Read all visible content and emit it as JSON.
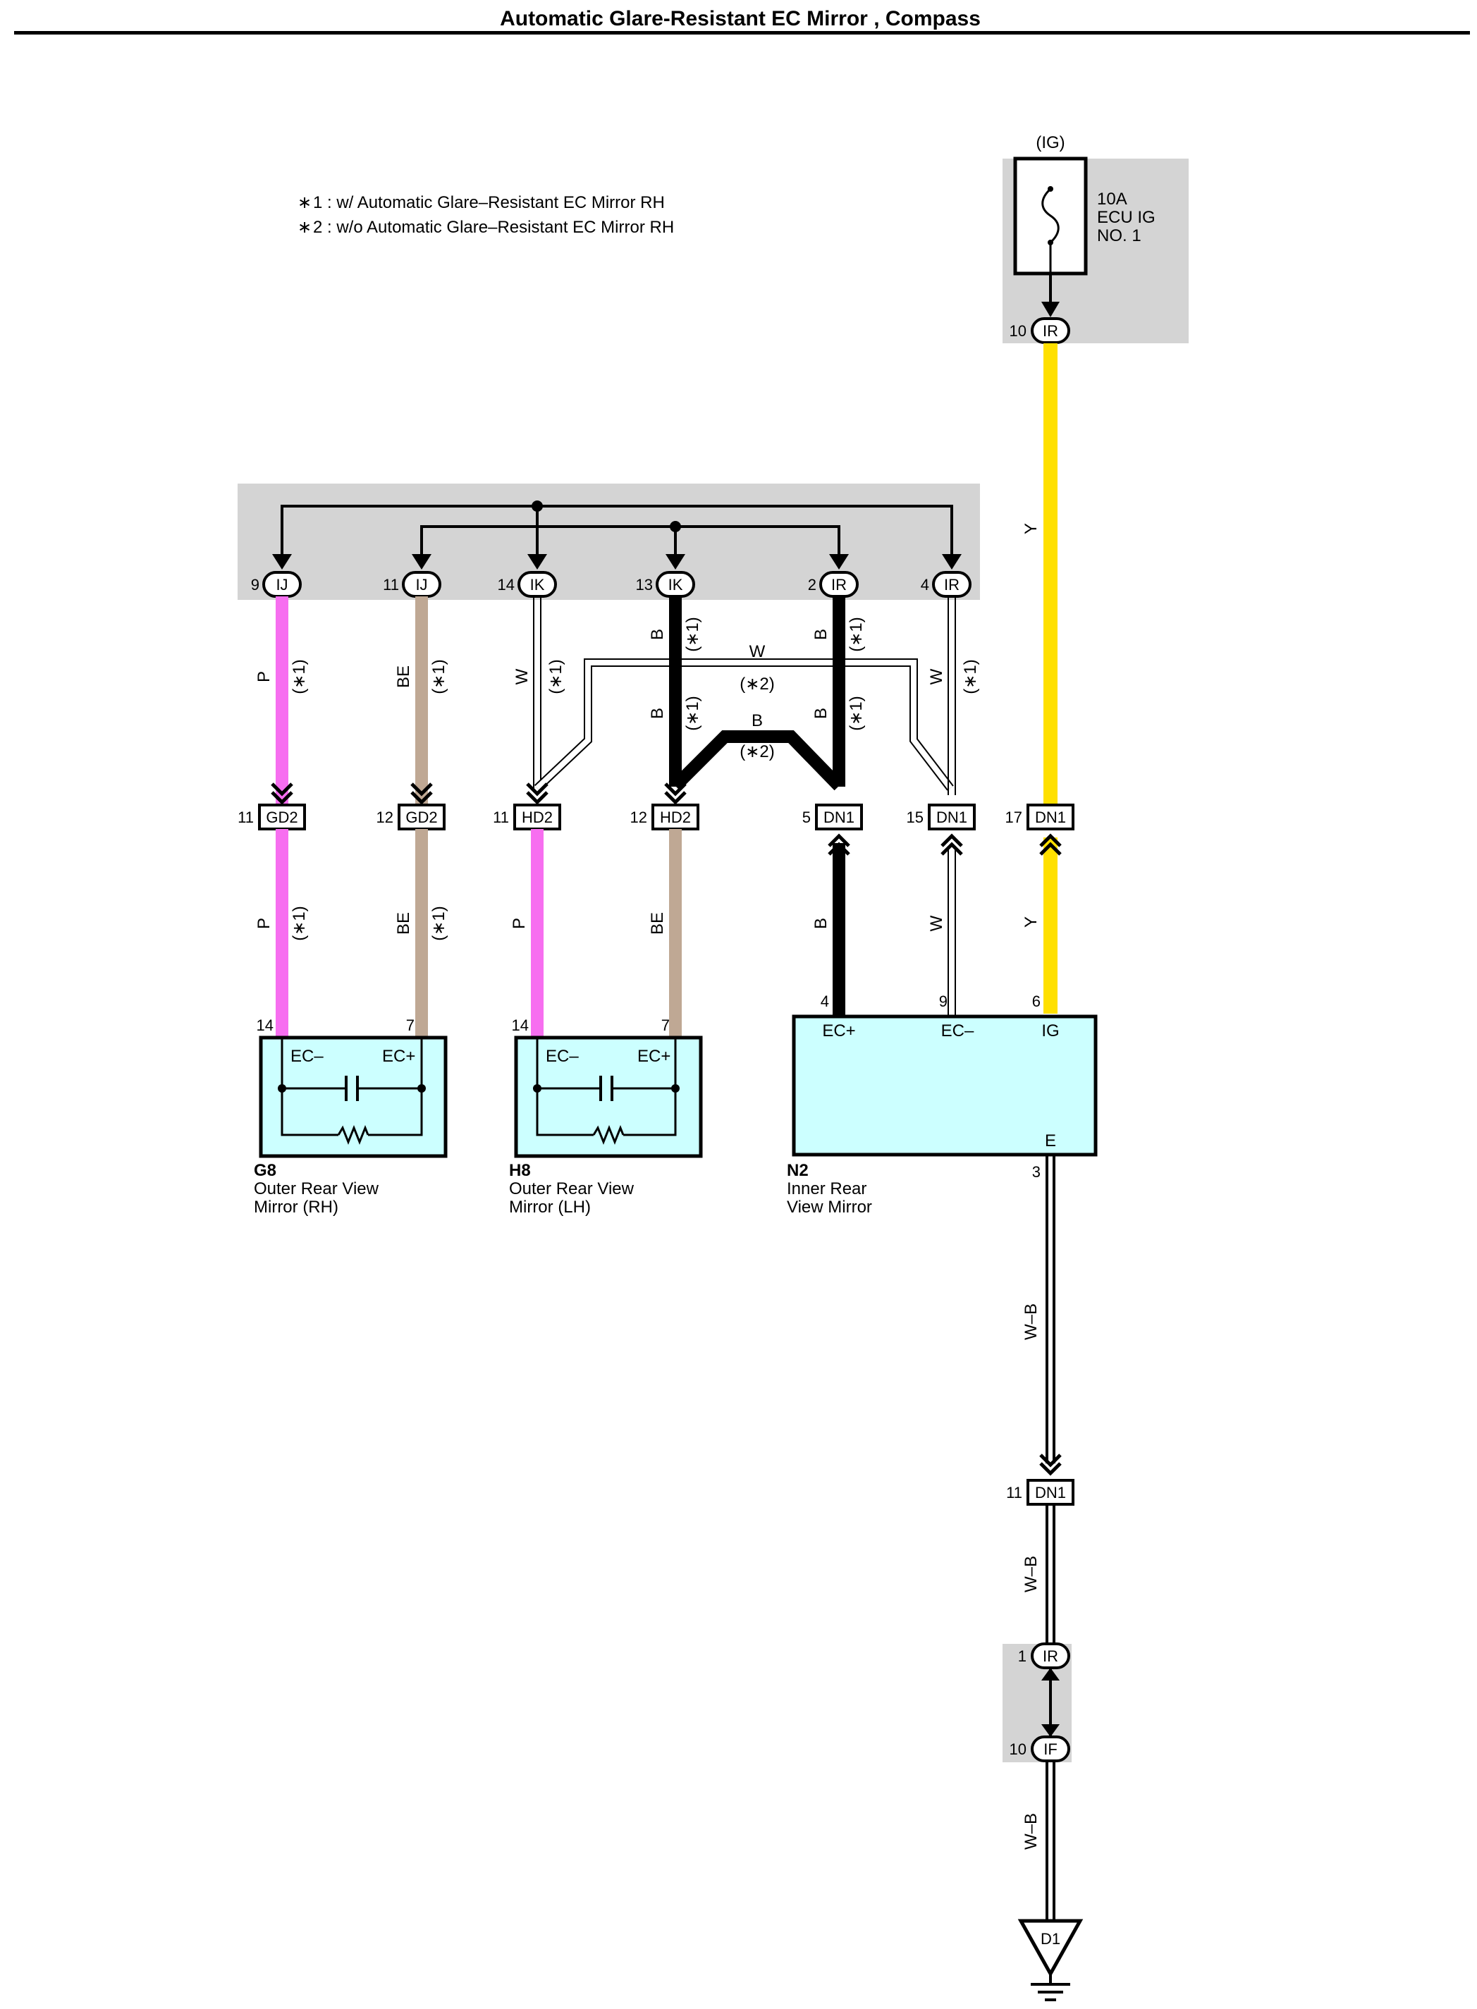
{
  "title": "Automatic Glare-Resistant EC Mirror , Compass",
  "notes": [
    "1 : w/ Automatic Glare–Resistant EC Mirror RH",
    "2 : w/o Automatic Glare–Resistant EC Mirror RH"
  ],
  "note_mark": "∗",
  "fuse": {
    "circuit": "(IG)",
    "rating": "10A",
    "name_line1": "ECU IG",
    "name_line2": "NO. 1"
  },
  "colors": {
    "P": "#f76ef0",
    "BE": "#bfa894",
    "Y": "#ffe000",
    "B": "#000000",
    "W": "#ffffff",
    "module": "#ccffff",
    "junction": "#d4d4d4"
  },
  "labels": {
    "star1": "(∗1)",
    "star2": "(∗2)",
    "P": "P",
    "BE": "BE",
    "W": "W",
    "B": "B",
    "Y": "Y",
    "WB": "W–B"
  },
  "junction_top": [
    {
      "pin": "9",
      "conn": "IJ"
    },
    {
      "pin": "11",
      "conn": "IJ"
    },
    {
      "pin": "14",
      "conn": "IK"
    },
    {
      "pin": "13",
      "conn": "IK"
    },
    {
      "pin": "2",
      "conn": "IR"
    },
    {
      "pin": "4",
      "conn": "IR"
    }
  ],
  "fuse_conn": {
    "pin": "10",
    "conn": "IR"
  },
  "mid_connectors": [
    {
      "pin": "11",
      "conn": "GD2"
    },
    {
      "pin": "12",
      "conn": "GD2"
    },
    {
      "pin": "11",
      "conn": "HD2"
    },
    {
      "pin": "12",
      "conn": "HD2"
    },
    {
      "pin": "5",
      "conn": "DN1"
    },
    {
      "pin": "15",
      "conn": "DN1"
    },
    {
      "pin": "17",
      "conn": "DN1"
    }
  ],
  "components": {
    "g8": {
      "code": "G8",
      "line1": "Outer Rear View",
      "line2": "Mirror (RH)",
      "term_left": "EC–",
      "term_right": "EC+",
      "pin_left": "14",
      "pin_right": "7"
    },
    "h8": {
      "code": "H8",
      "line1": "Outer Rear View",
      "line2": "Mirror (LH)",
      "term_left": "EC–",
      "term_right": "EC+",
      "pin_left": "14",
      "pin_right": "7"
    },
    "n2": {
      "code": "N2",
      "line1": "Inner Rear",
      "line2": "View Mirror",
      "term_ecp": "EC+",
      "term_ecm": "EC–",
      "term_ig": "IG",
      "term_e": "E",
      "pin_ecp": "4",
      "pin_ecm": "9",
      "pin_ig": "6",
      "pin_e": "3"
    }
  },
  "lower": {
    "dn1": {
      "pin": "11",
      "conn": "DN1"
    },
    "ir": {
      "pin": "1",
      "conn": "IR"
    },
    "if": {
      "pin": "10",
      "conn": "IF"
    },
    "ground": "D1"
  }
}
